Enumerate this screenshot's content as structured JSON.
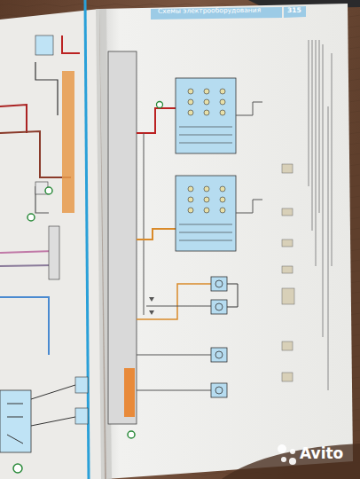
{
  "diagram": {
    "labels": [
      "Схемы электрооборудования",
      "315",
      "Avito"
    ]
  }
}
